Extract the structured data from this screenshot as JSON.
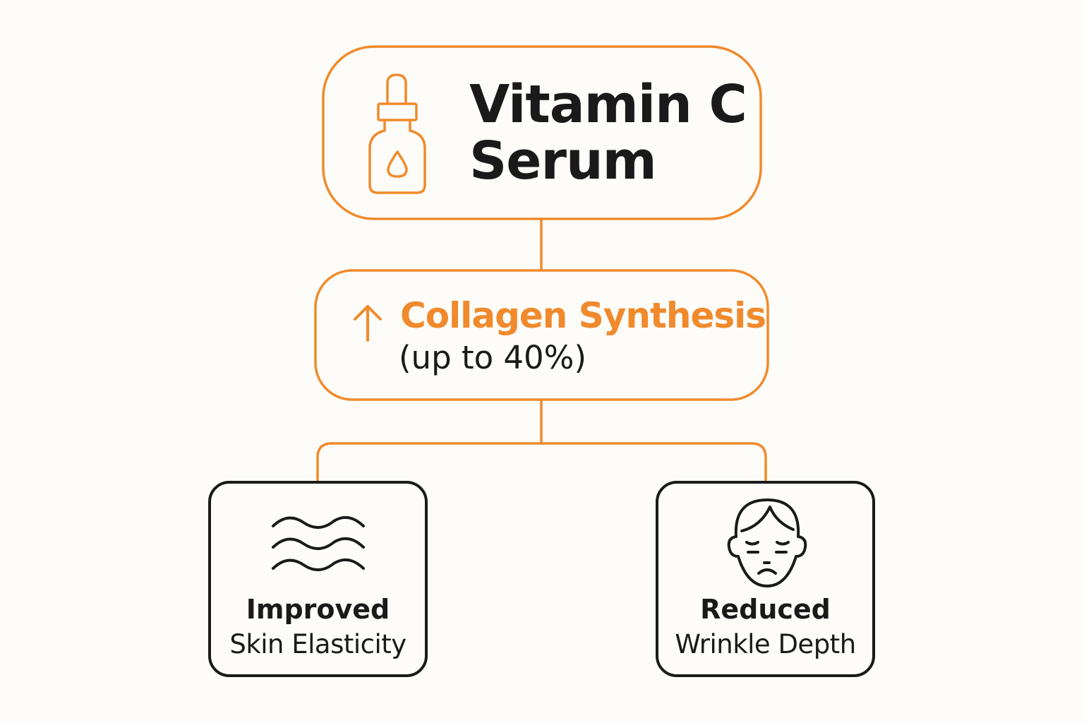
{
  "colors": {
    "accent": "#F08A2C",
    "ink": "#1a1a1a",
    "background": "#FDFCF8"
  },
  "root": {
    "title_line1": "Vitamin C",
    "title_line2": "Serum",
    "icon": "dropper-bottle-icon"
  },
  "middle": {
    "title": "Collagen Synthesis",
    "subtitle": "(up to 40%)",
    "icon": "arrow-up-icon"
  },
  "outcomes": [
    {
      "line1": "Improved",
      "line2": "Skin Elasticity",
      "icon": "waves-icon"
    },
    {
      "line1": "Reduced",
      "line2": "Wrinkle Depth",
      "icon": "face-icon"
    }
  ]
}
